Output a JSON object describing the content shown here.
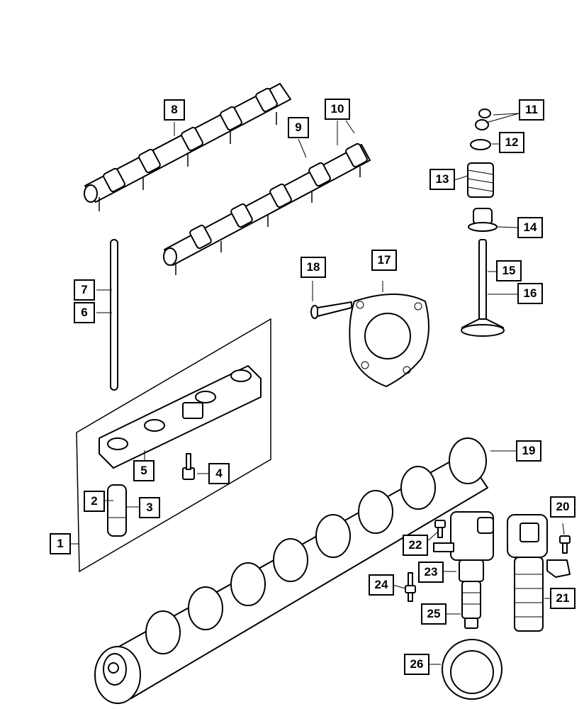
{
  "diagram": {
    "parts": [
      {
        "number": "1"
      },
      {
        "number": "2"
      },
      {
        "number": "3"
      },
      {
        "number": "4"
      },
      {
        "number": "5"
      },
      {
        "number": "6"
      },
      {
        "number": "7"
      },
      {
        "number": "8"
      },
      {
        "number": "9"
      },
      {
        "number": "10"
      },
      {
        "number": "11"
      },
      {
        "number": "12"
      },
      {
        "number": "13"
      },
      {
        "number": "14"
      },
      {
        "number": "15"
      },
      {
        "number": "16"
      },
      {
        "number": "17"
      },
      {
        "number": "18"
      },
      {
        "number": "19"
      },
      {
        "number": "20"
      },
      {
        "number": "21"
      },
      {
        "number": "22"
      },
      {
        "number": "23"
      },
      {
        "number": "24"
      },
      {
        "number": "25"
      },
      {
        "number": "26"
      }
    ]
  }
}
